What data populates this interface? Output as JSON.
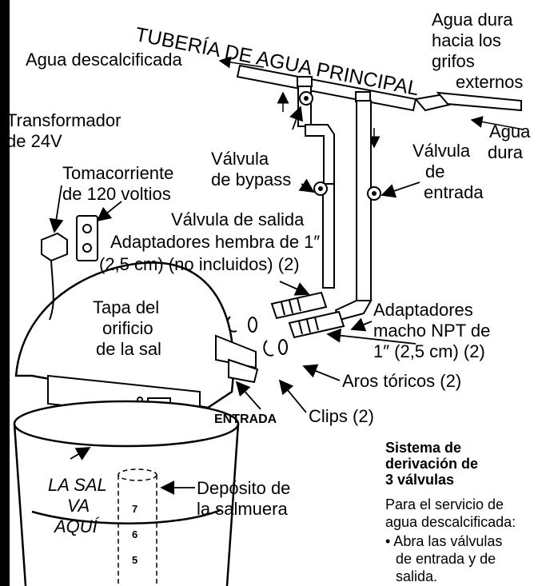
{
  "labels": {
    "pipe_title": "TUBERÍA DE AGUA PRINCIPAL",
    "softened_water": "Agua descalcificada",
    "hard_water_outdoor_1": "Agua dura",
    "hard_water_outdoor_2": "hacia los",
    "hard_water_outdoor_3": "grifos",
    "hard_water_outdoor_4": "externos",
    "hard_water_1": "Agua",
    "hard_water_2": "dura",
    "transformer_1": "Transformador",
    "transformer_2": "de 24V",
    "outlet_1": "Tomacorriente",
    "outlet_2": "de 120 voltios",
    "bypass_valve_1": "Válvula",
    "bypass_valve_2": "de bypass",
    "inlet_valve_1": "Válvula",
    "inlet_valve_2": "de",
    "inlet_valve_3": "entrada",
    "outlet_valve": "Válvula de salida",
    "female_adapters_1": "Adaptadores hembra de 1″",
    "female_adapters_2": "(2,5 cm) (no incluidos) (2)",
    "salt_lid_1": "Tapa del",
    "salt_lid_2": "orificio",
    "salt_lid_3": "de la sal",
    "male_adapters_1": "Adaptadores",
    "male_adapters_2": "macho NPT de",
    "male_adapters_3": "1″ (2,5 cm) (2)",
    "o_rings": "Aros tóricos (2)",
    "clips": "Clips (2)",
    "entrada": "ENTRADA",
    "salt_here_1": "LA SAL",
    "salt_here_2": "VA",
    "salt_here_3": "AQUÍ",
    "brine_tank_1": "Depósito de",
    "brine_tank_2": "la salmuera",
    "brine_marks": [
      "7",
      "6",
      "5"
    ]
  },
  "info_box": {
    "heading_1": "Sistema de",
    "heading_2": "derivación de",
    "heading_3": "3 válvulas",
    "body_1": "Para el servicio de",
    "body_2": "agua descalcificada:",
    "bullet_1": "• Abra las válvulas",
    "bullet_2": "de entrada y de",
    "bullet_3": "salida."
  }
}
